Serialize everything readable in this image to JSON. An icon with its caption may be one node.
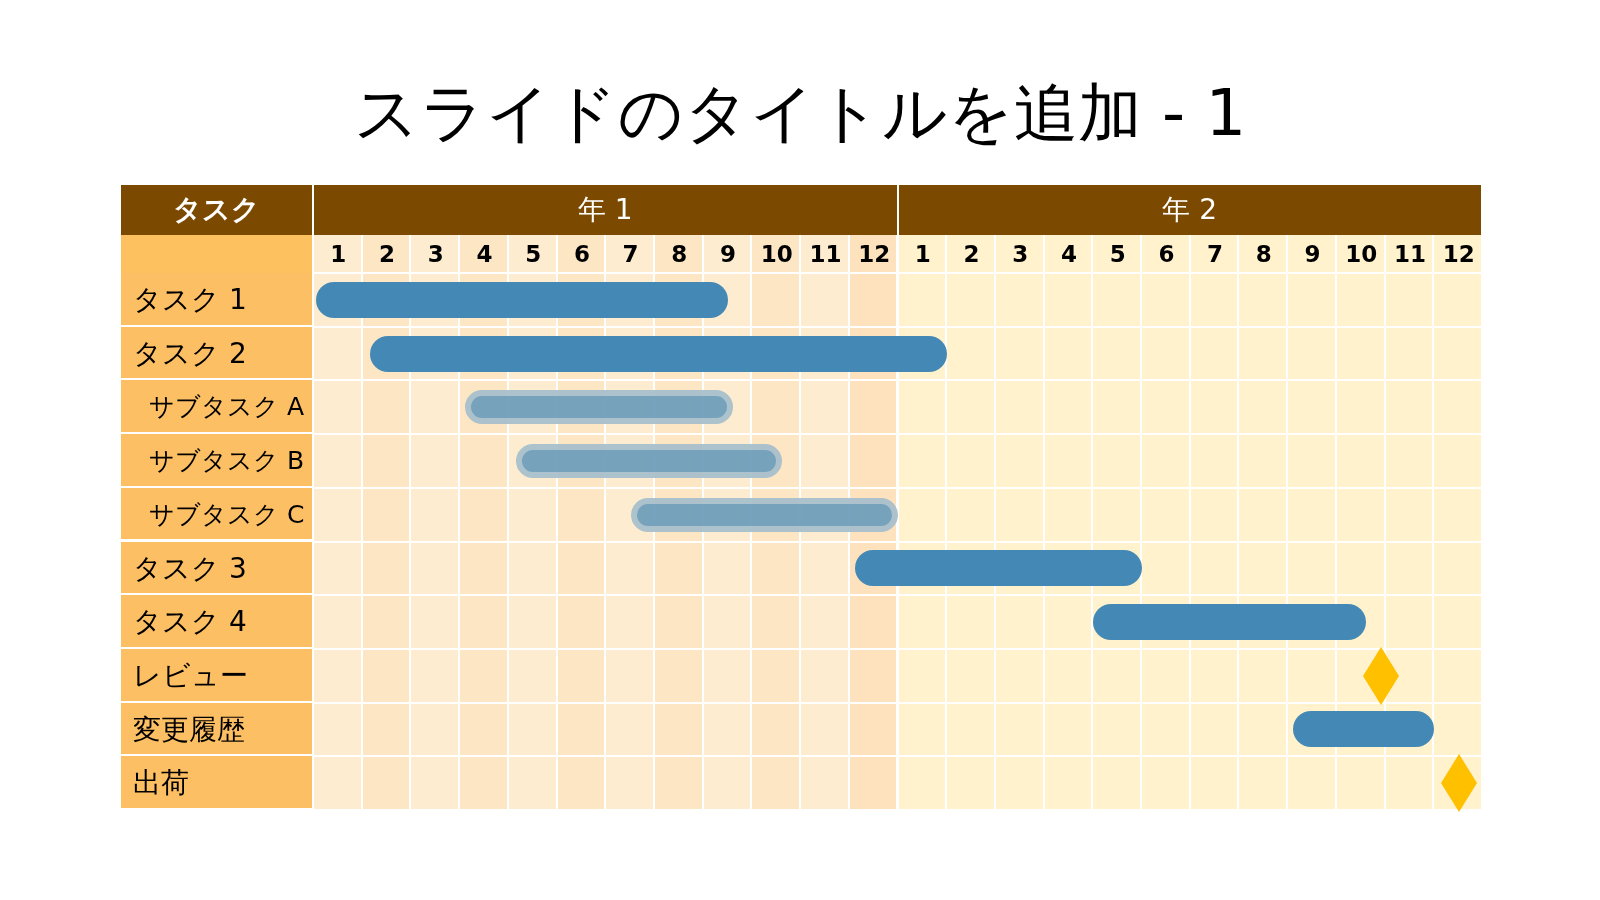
{
  "diagram": {
    "title": "スライドのタイトルを追加 - 1",
    "nodes": [
      {
        "text": [],
        "shape": "bar"
      },
      {
        "text": [],
        "shape": "bar"
      },
      {
        "text": [],
        "shape": "bar"
      },
      {
        "text": [],
        "shape": "bar"
      },
      {
        "text": [],
        "shape": "bar"
      },
      {
        "text": [],
        "shape": "bar"
      },
      {
        "text": [],
        "shape": "bar"
      },
      {
        "text": [],
        "shape": "diamond"
      },
      {
        "text": [],
        "shape": "bar"
      },
      {
        "text": [],
        "shape": "diamond"
      }
    ],
    "labels": [
      "タスク",
      "年 1",
      "年 2",
      "1",
      "2",
      "3",
      "4",
      "5",
      "6",
      "7",
      "8",
      "9",
      "10",
      "11",
      "12",
      "1",
      "2",
      "3",
      "4",
      "5",
      "6",
      "7",
      "8",
      "9",
      "10",
      "11",
      "12",
      "タスク 1",
      "タスク 2",
      "サブタスク A",
      "サブタスク B",
      "サブタスク C",
      "タスク 3",
      "タスク 4",
      "レビュー",
      "変更履歴",
      "出荷"
    ]
  }
}
